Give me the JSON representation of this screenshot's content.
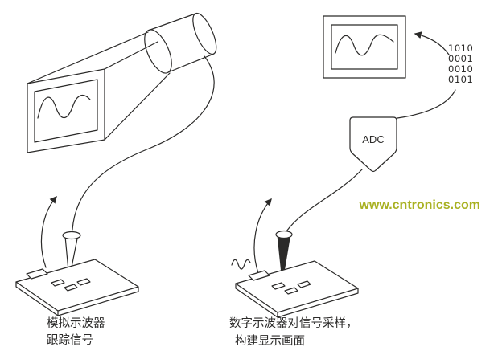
{
  "diagram": {
    "left_figure": {
      "caption_line1": "模拟示波器",
      "caption_line2": "跟踪信号"
    },
    "right_figure": {
      "caption_line1": "数字示波器对信号采样，",
      "caption_line2": "构建显示画面",
      "adc_label": "ADC",
      "binary_bits": [
        "1010",
        "0001",
        "0010",
        "0101"
      ]
    },
    "watermark": "www.cntronics.com",
    "colors": {
      "line": "#2b2a29",
      "watermark": "#a9b123",
      "background": "#ffffff"
    }
  }
}
